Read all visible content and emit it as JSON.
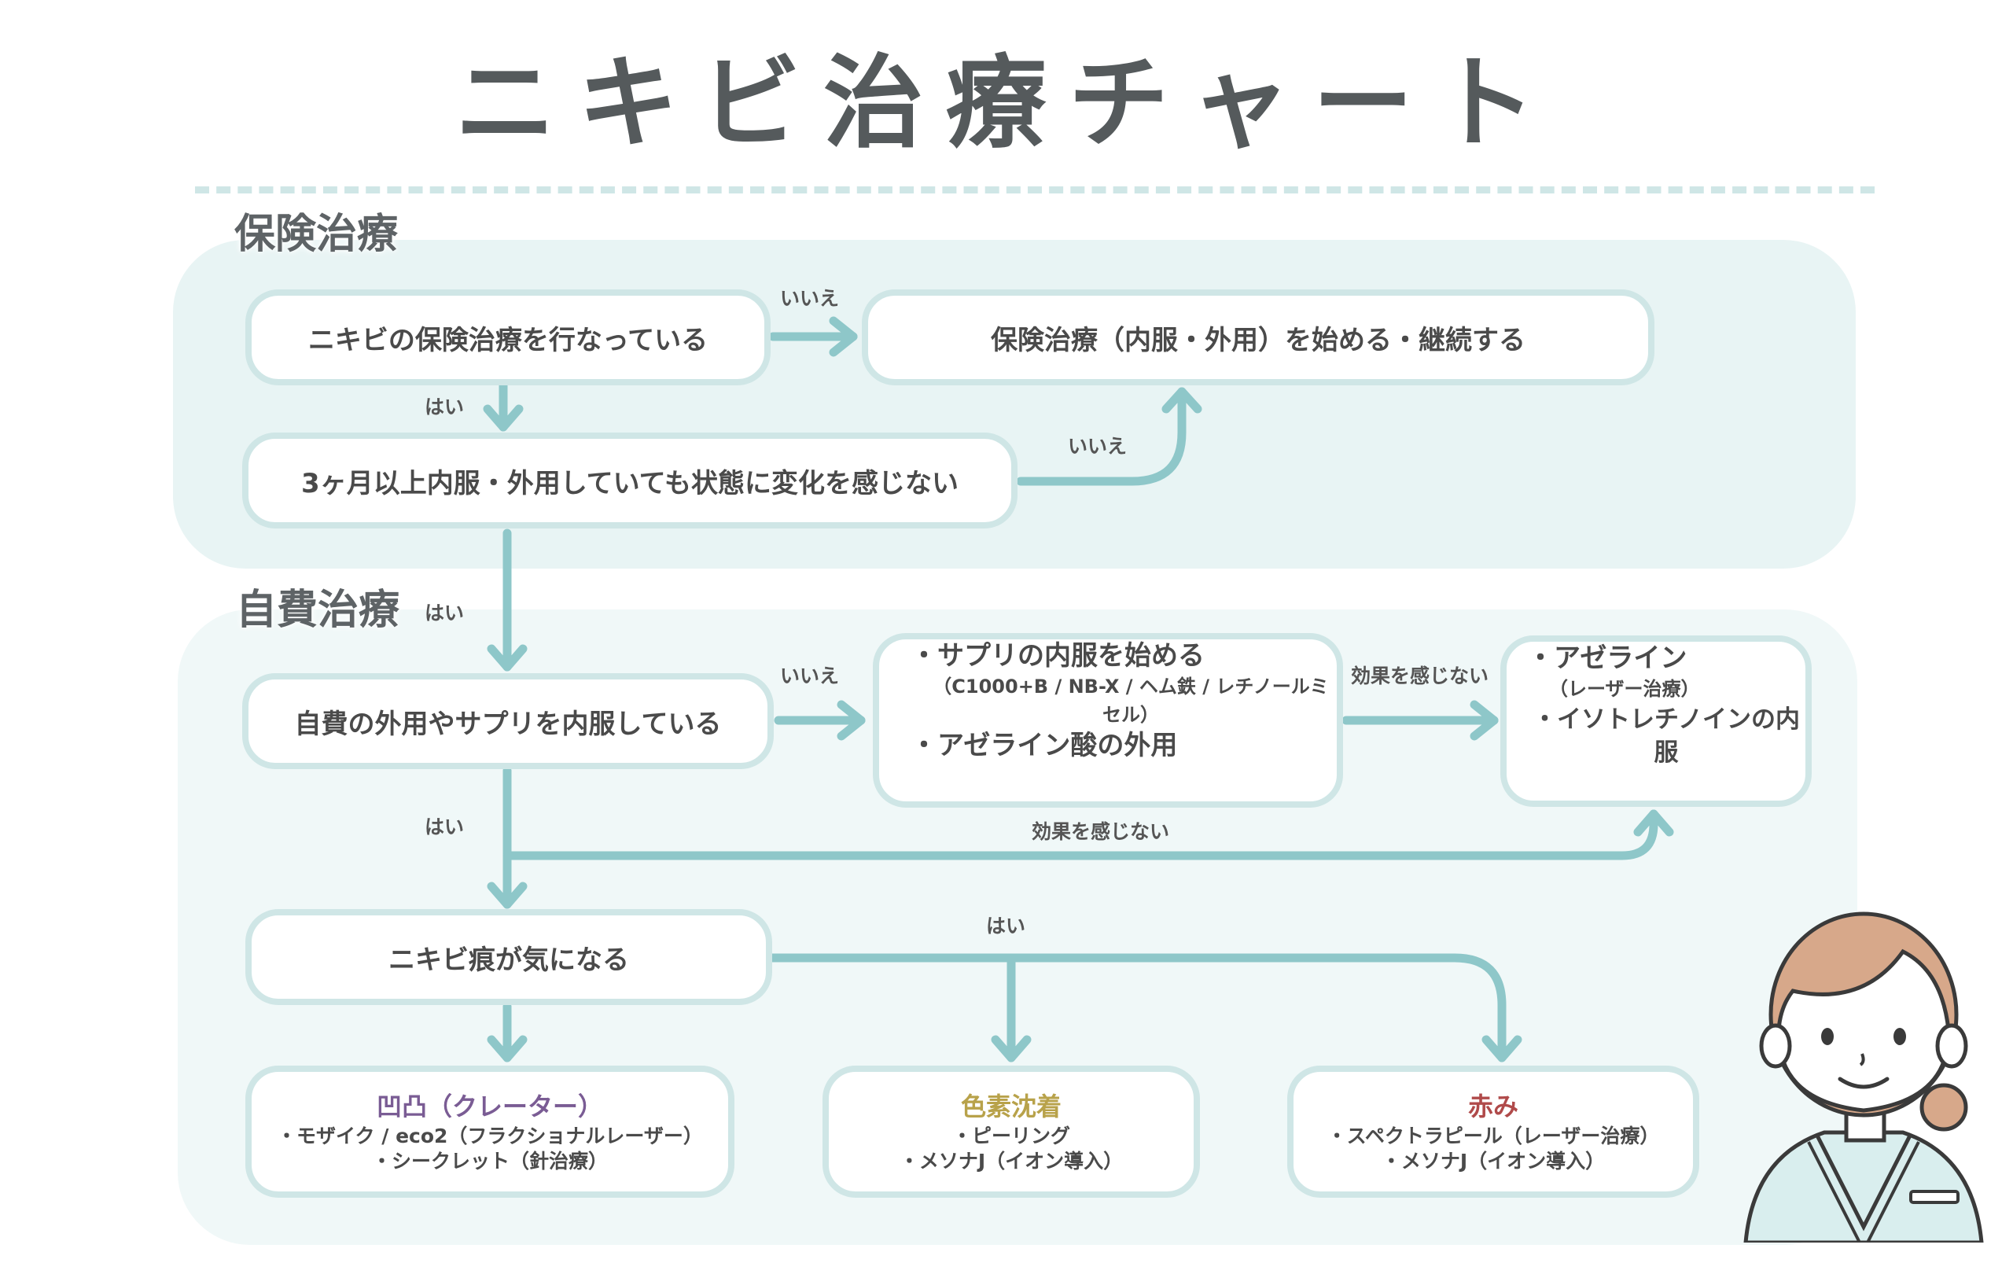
{
  "title": "ニキビ治療チャート",
  "sections": {
    "insurance": "保険治療",
    "self_pay": "自費治療"
  },
  "nodes": {
    "q1": "ニキビの保険治療を行なっている",
    "a_start": "保険治療（内服・外用）を始める・継続する",
    "q2": "3ヶ月以上内服・外用していても状態に変化を感じない",
    "q3": "自費の外用やサプリを内服している",
    "mid": {
      "line1": "・サプリの内服を始める",
      "line2": "（C1000+B / NB-X / ヘム鉄 / レチノールミセル）",
      "line3": "・アゼライン酸の外用"
    },
    "right": {
      "line1": "・アゼライン",
      "line2": "（レーザー治療）",
      "line3": "・イソトレチノインの内服"
    },
    "q4": "ニキビ痕が気になる"
  },
  "edges": {
    "q1_no": "いいえ",
    "q1_yes": "はい",
    "q2_no": "いいえ",
    "q2_yes": "はい",
    "q3_no": "いいえ",
    "mid_ineffective": "効果を感じない",
    "q3_yes": "はい",
    "q3_ineffective": "効果を感じない",
    "q4_yes": "はい"
  },
  "results": [
    {
      "title": "凹凸（クレーター）",
      "color": "#7a5c94",
      "items": [
        "・モザイク / eco2（フラクショナルレーザー）",
        "・シークレット（針治療）"
      ]
    },
    {
      "title": "色素沈着",
      "color": "#b8a24a",
      "items": [
        "・ピーリング",
        "・メソナJ（イオン導入）"
      ]
    },
    {
      "title": "赤み",
      "color": "#b04a4a",
      "items": [
        "・スペクトラピール（レーザー治療）",
        "・メソナJ（イオン導入）"
      ]
    }
  ],
  "colors": {
    "arrow": "#8ec7c9",
    "box_border": "#cfe6e6",
    "section_bg": "#eaf5f5"
  },
  "illustration": "woman-avatar"
}
